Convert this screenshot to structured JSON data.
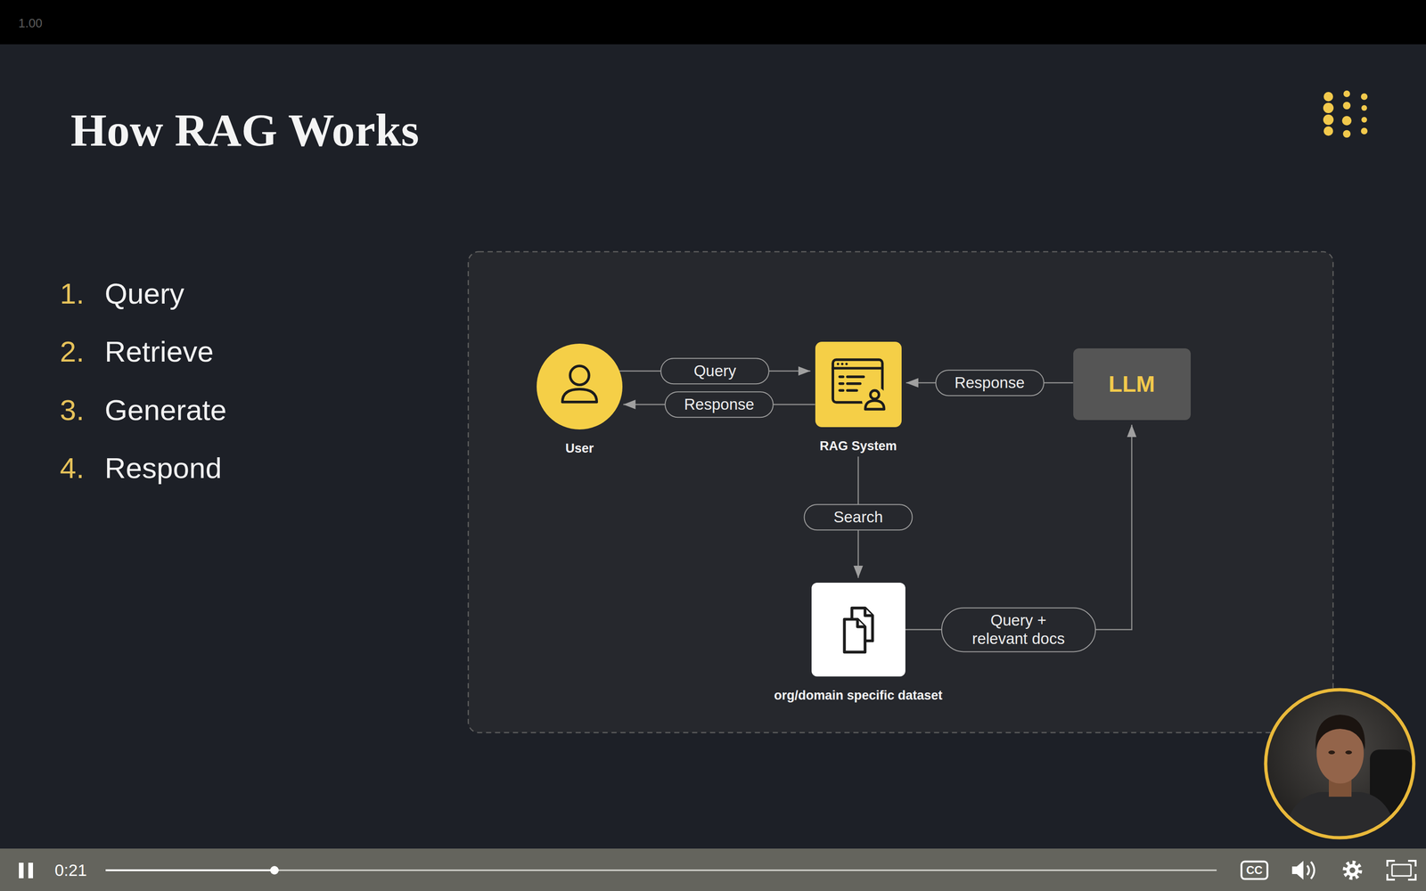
{
  "diagram": {
    "title": "How RAG Works",
    "nodes": [
      {
        "text": [
          "User"
        ]
      },
      {
        "text": [
          "RAG System"
        ]
      },
      {
        "text": [
          "LLM"
        ]
      },
      {
        "text": [
          "org/domain specific dataset"
        ]
      }
    ],
    "edges": [
      {
        "from": 0,
        "to": 1,
        "label": "Query",
        "arrow": "to"
      },
      {
        "from": 1,
        "to": 0,
        "label": "Response",
        "arrow": "to"
      },
      {
        "from": 2,
        "to": 1,
        "label": "Response",
        "arrow": "to"
      },
      {
        "from": 1,
        "to": 3,
        "label": "Search",
        "arrow": "to"
      },
      {
        "from": 3,
        "to": 2,
        "label": "Query + relevant docs",
        "arrow": "to"
      }
    ],
    "labels": [
      "1.00",
      "1.",
      "Query",
      "2.",
      "Retrieve",
      "3.",
      "Generate",
      "4.",
      "Respond",
      "0:21",
      "CC"
    ]
  }
}
